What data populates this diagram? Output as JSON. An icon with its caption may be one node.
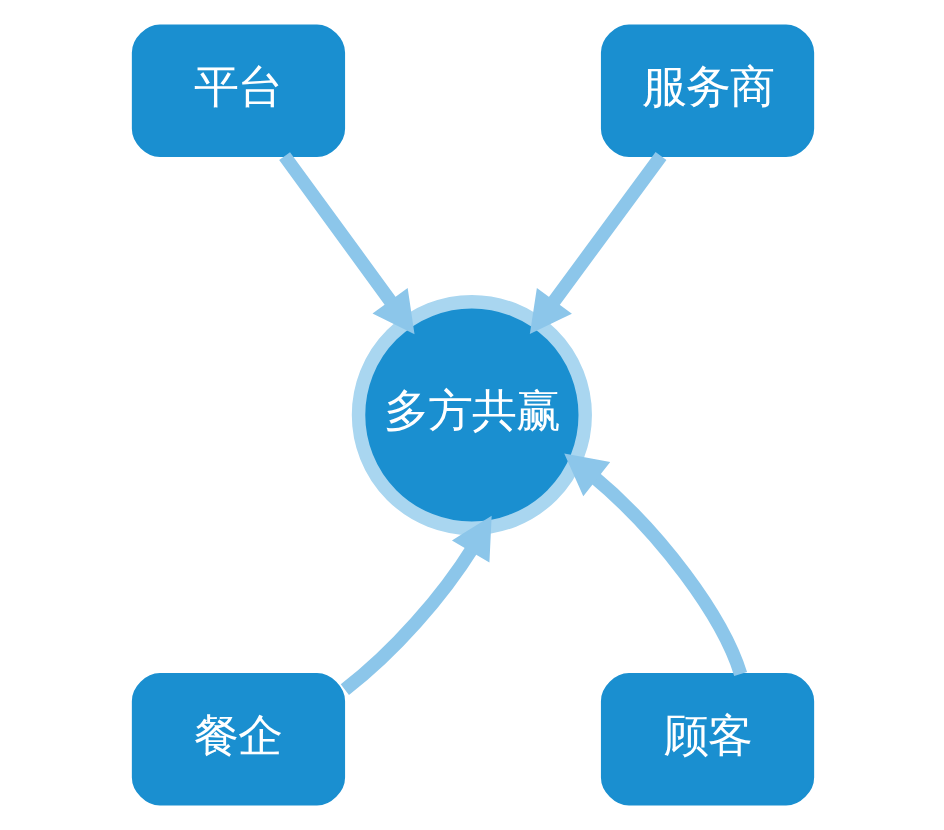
{
  "diagram": {
    "nodes": [
      {
        "text": [
          "平台"
        ]
      },
      {
        "text": [
          "服务商"
        ]
      },
      {
        "text": [
          "多方共赢"
        ]
      },
      {
        "text": [
          "餐企"
        ]
      },
      {
        "text": [
          "顾客"
        ]
      }
    ],
    "edges": [
      {
        "from": 0,
        "to": 2,
        "arrow": "to"
      },
      {
        "from": 1,
        "to": 2,
        "arrow": "to"
      },
      {
        "from": 3,
        "to": 2,
        "arrow": "to"
      },
      {
        "from": 4,
        "to": 2,
        "arrow": "to"
      }
    ]
  }
}
